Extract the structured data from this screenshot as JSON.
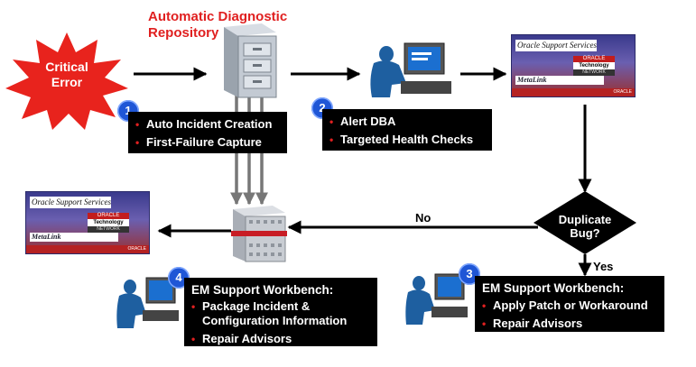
{
  "title": "Automatic Diagnostic Repository",
  "critical_error": "Critical Error",
  "box1": {
    "number": "1",
    "items": [
      "Auto Incident Creation",
      "First-Failure Capture"
    ]
  },
  "box2": {
    "number": "2",
    "items": [
      "Alert DBA",
      "Targeted Health Checks"
    ]
  },
  "box3": {
    "number": "3",
    "heading": "EM Support Workbench:",
    "items": [
      "Apply Patch or Workaround",
      "Repair Advisors"
    ]
  },
  "box4": {
    "number": "4",
    "heading": "EM Support Workbench:",
    "items": [
      "Package Incident & Configuration Information",
      "Repair Advisors"
    ]
  },
  "decision": "Duplicate Bug?",
  "no_label": "No",
  "yes_label": "Yes",
  "metalink_card": {
    "support": "Oracle Support Services",
    "brand": "ORACLE",
    "tech": "Technology",
    "network": "NETWORK",
    "metalink": "MetaLink",
    "footer": "ORACLE"
  },
  "colors": {
    "accent_red": "#e02020",
    "badge_blue": "#1f56d6",
    "box_bg": "#000000"
  }
}
